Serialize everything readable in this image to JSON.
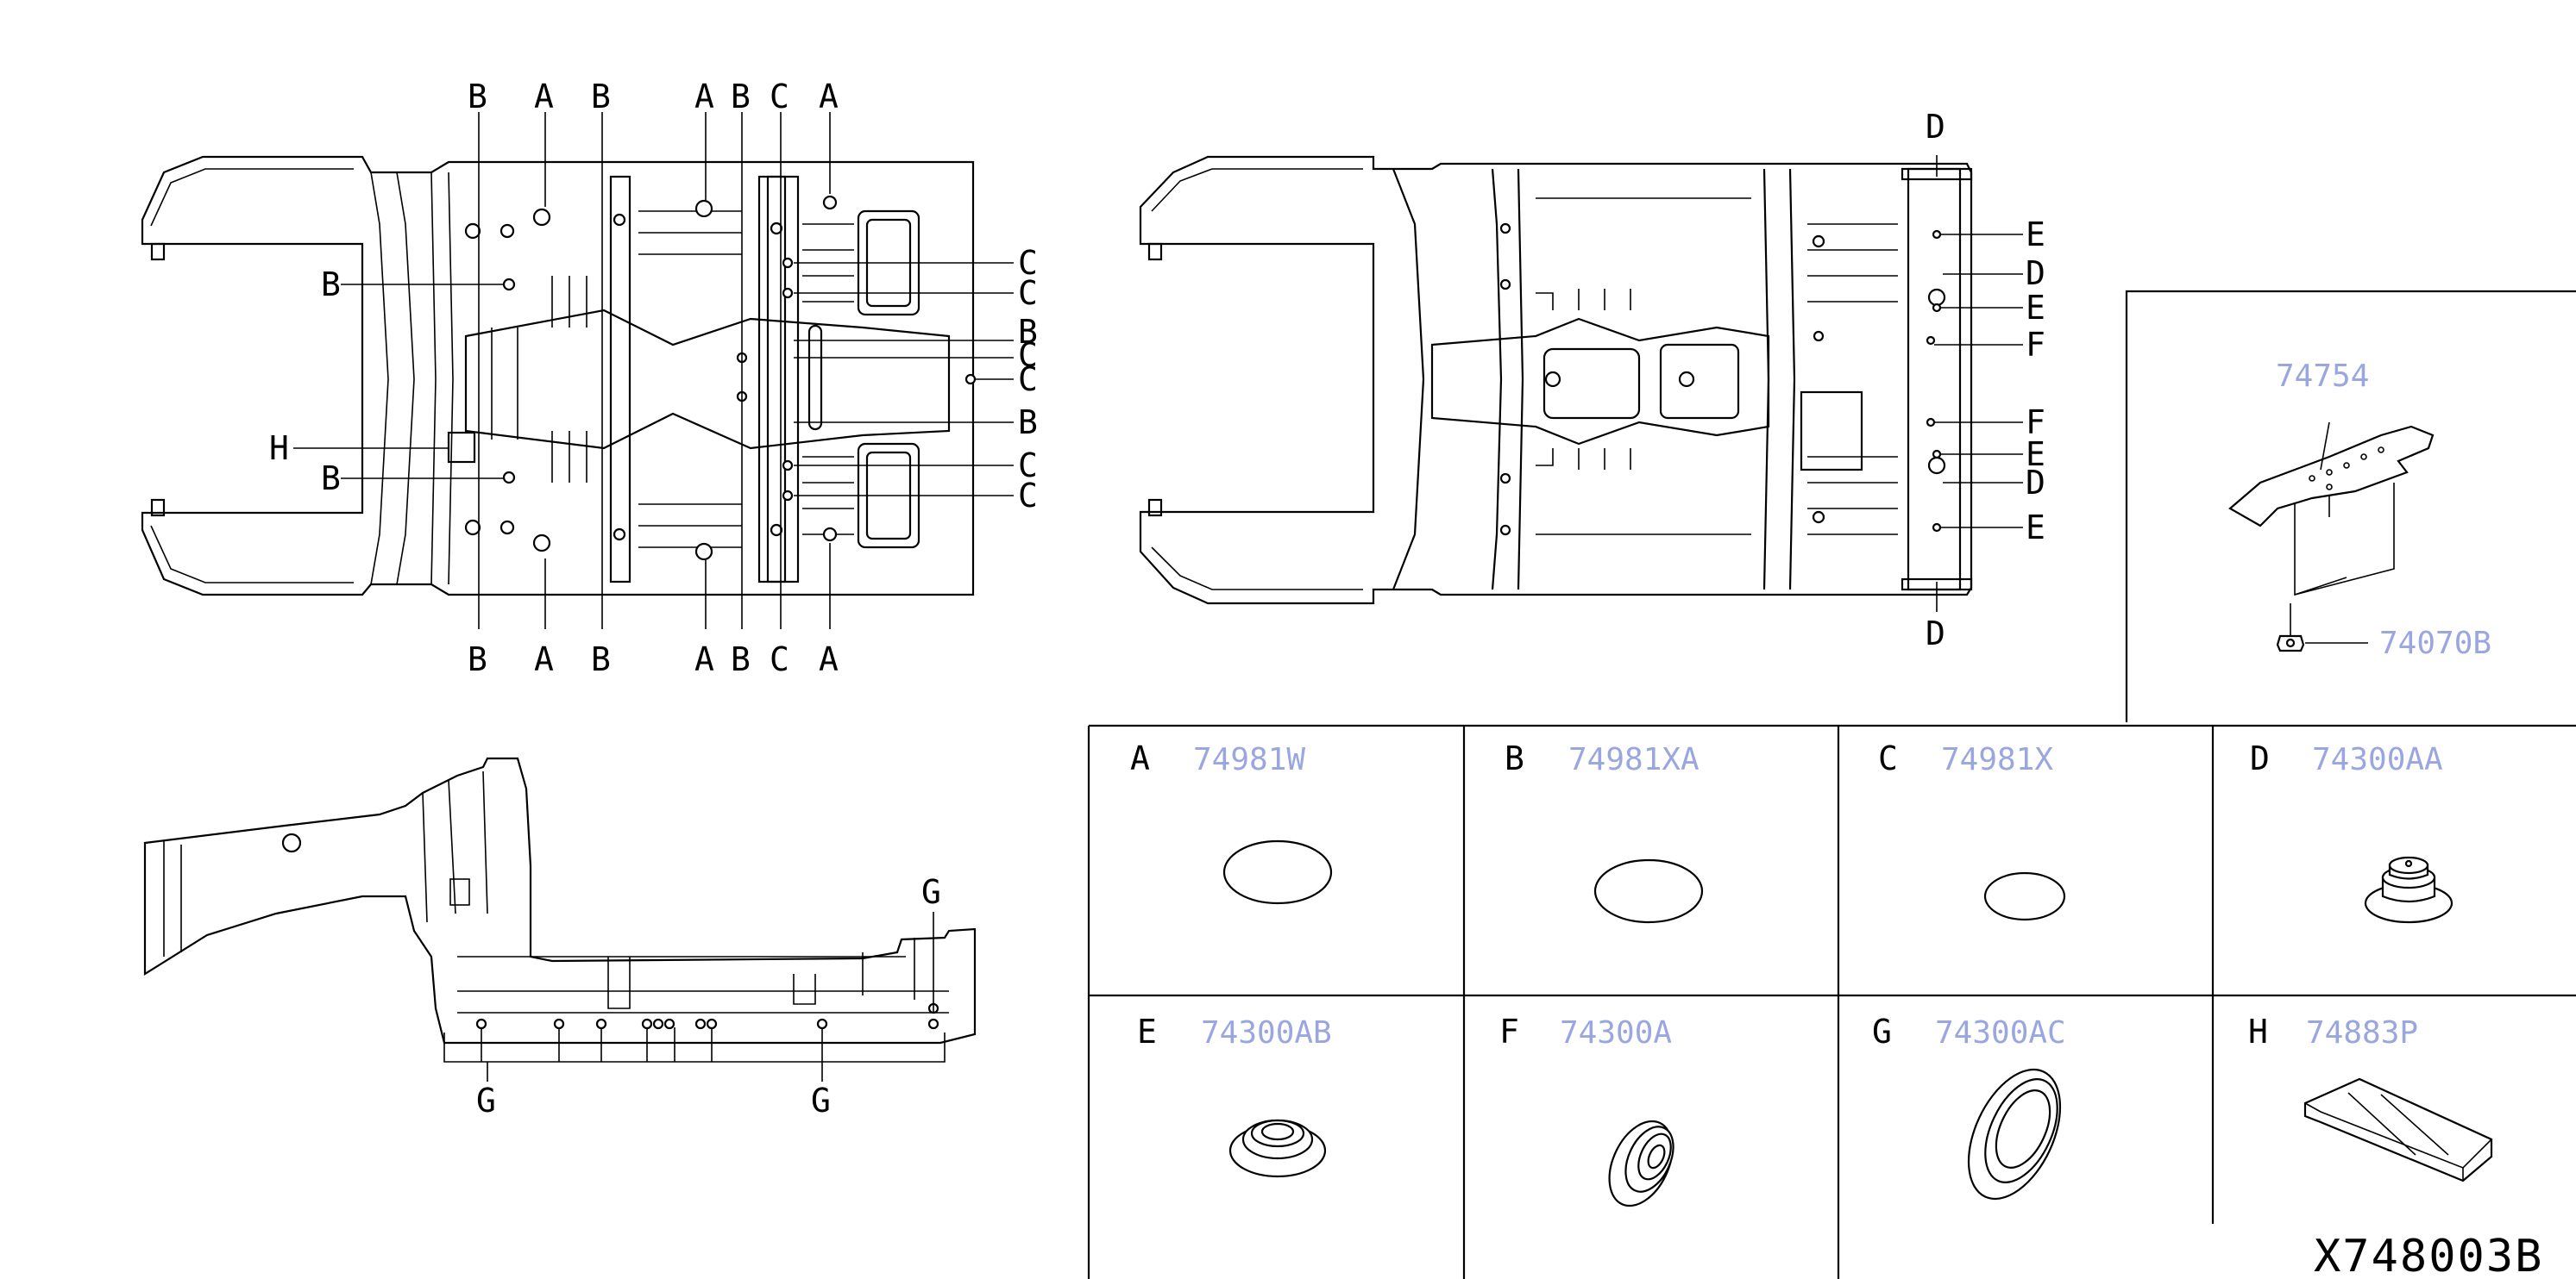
{
  "drawing_number": "X748003B",
  "top_view": {
    "labels_top": [
      "B",
      "A",
      "B",
      "A",
      "B",
      "C",
      "A"
    ],
    "labels_bottom": [
      "B",
      "A",
      "B",
      "A",
      "B",
      "C",
      "A"
    ],
    "labels_left": [
      "B",
      "H",
      "B"
    ],
    "labels_right": [
      "C",
      "C",
      "B",
      "C",
      "C",
      "B",
      "C",
      "C"
    ]
  },
  "bottom_view": {
    "labels_right": [
      "E",
      "D",
      "E",
      "F",
      "F",
      "E",
      "D",
      "E"
    ],
    "label_top": "D",
    "label_bottom": "D"
  },
  "side_view": {
    "labels": [
      "G",
      "G",
      "G"
    ]
  },
  "inset": {
    "part_top": "74754",
    "part_nut": "74070B"
  },
  "parts": [
    {
      "letter": "A",
      "number": "74981W"
    },
    {
      "letter": "B",
      "number": "74981XA"
    },
    {
      "letter": "C",
      "number": "74981X"
    },
    {
      "letter": "D",
      "number": "74300AA"
    },
    {
      "letter": "E",
      "number": "74300AB"
    },
    {
      "letter": "F",
      "number": "74300A"
    },
    {
      "letter": "G",
      "number": "74300AC"
    },
    {
      "letter": "H",
      "number": "74883P"
    }
  ],
  "colors": {
    "line": "#000000",
    "part_number": "#9aa6df",
    "background": "#ffffff"
  }
}
